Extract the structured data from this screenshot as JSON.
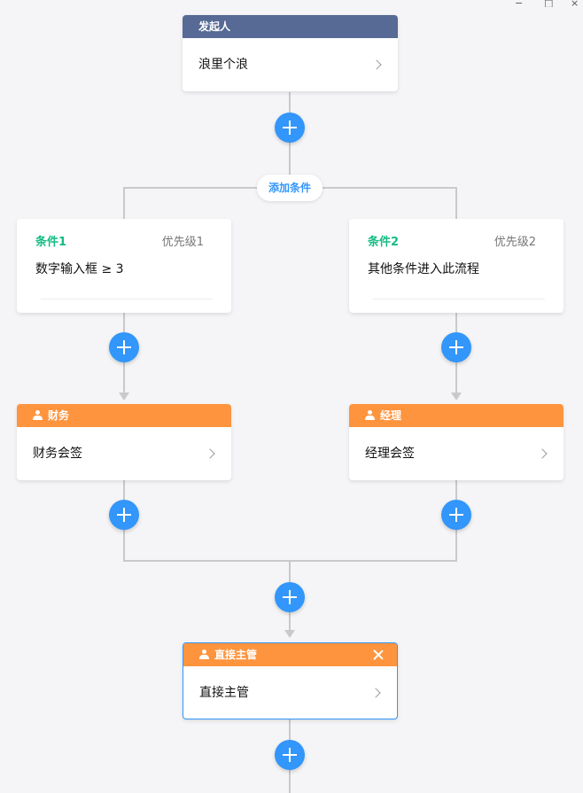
{
  "window_controls": [
    "−",
    "□",
    "×"
  ],
  "start_node": {
    "header": "发起人",
    "content": "浪里个浪"
  },
  "add_condition_label": "添加条件",
  "conditions": [
    {
      "title": "条件1",
      "priority": "优先级1",
      "content": "数字输入框 ≥ 3"
    },
    {
      "title": "条件2",
      "priority": "优先级2",
      "content": "其他条件进入此流程"
    }
  ],
  "branch_nodes": [
    {
      "header": "财务",
      "content": "财务会签"
    },
    {
      "header": "经理",
      "content": "经理会签"
    }
  ],
  "supervisor_node": {
    "header": "直接主管",
    "content": "直接主管"
  },
  "colors": {
    "accent": "#3296fa",
    "start_header": "#576a95",
    "approver_header": "#ff943e",
    "condition_title": "#15bc83",
    "connector": "#c9c9cc",
    "background": "#f5f5f7"
  }
}
